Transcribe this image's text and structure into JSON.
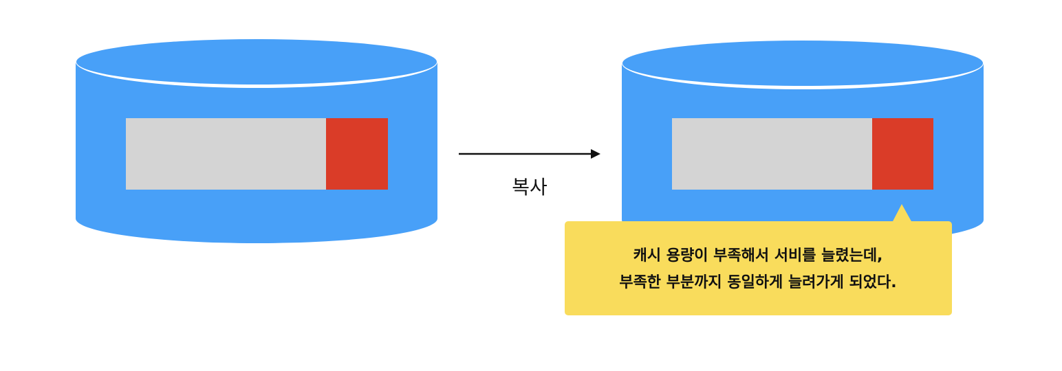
{
  "diagram": {
    "arrow_label": "복사",
    "callout": {
      "line1": "캐시 용량이 부족해서 서비를 늘렸는데,",
      "line2": "부족한 부분까지 동일하게 늘려가게 되었다."
    }
  },
  "colors": {
    "cylinder": "#48a0f8",
    "bar_fill": "#d4d4d4",
    "bar_accent": "#da3c28",
    "callout_bg": "#f9dc5c",
    "arrow": "#111111"
  }
}
